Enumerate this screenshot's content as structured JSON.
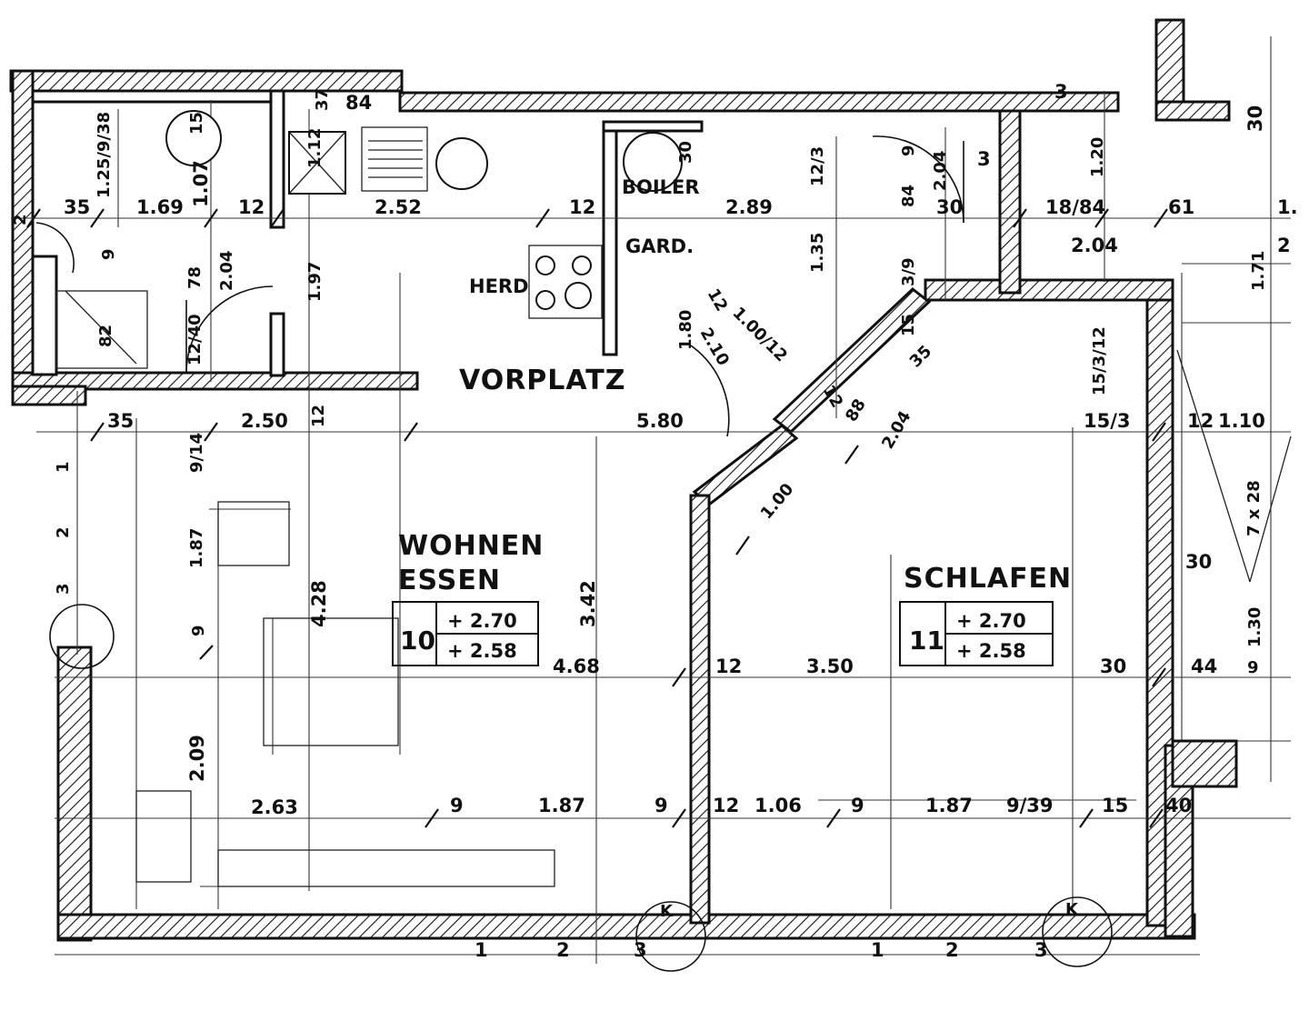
{
  "rooms": {
    "vorplatz": "VORPLATZ",
    "wohnen": "WOHNEN",
    "essen": "ESSEN",
    "schlafen": "SCHLAFEN"
  },
  "fixtures": {
    "boiler": "BOILER",
    "garderobe": "GARD.",
    "herd": "HERD"
  },
  "room_tags": {
    "wohnen_number": "10",
    "wohnen_height_1": "+ 2.70",
    "wohnen_height_2": "+ 2.58",
    "schlafen_number": "11",
    "schlafen_height_1": "+ 2.70",
    "schlafen_height_2": "+ 2.58"
  },
  "dimensions": {
    "d84_top": "84",
    "d37": "37",
    "d3_top": "3",
    "d30_right_top": "30",
    "d125": "1.25/9/38",
    "d15_top": "15",
    "d35_a": "35",
    "d169": "1.69",
    "d107": "1.07",
    "d12_a": "12",
    "d112": "1.12",
    "d252": "2.52",
    "d12_b": "12",
    "d30_boiler": "30",
    "d289": "2.89",
    "d12_3": "12/3",
    "d9_a": "9",
    "d204_a": "2.04",
    "d3_b": "3",
    "d84_b": "84",
    "d30_b": "30",
    "d18_84": "18/84",
    "d120": "1.20",
    "d61": "61",
    "d1_edge": "1.",
    "d204_b": "2.04",
    "d2_edge": "2",
    "d171": "1.71",
    "d9_b": "9",
    "d78": "78",
    "d204_c": "2.04",
    "d197": "1.97",
    "d135": "1.35",
    "d3_9": "3/9",
    "d82": "82",
    "d12_40": "12/40",
    "d12_c": "12",
    "d180": "1.80",
    "d100_12": "1.00/12",
    "d210": "2.10",
    "d15_b": "15",
    "d35_b": "35",
    "d15_3_12": "15/3/12",
    "d35_c": "35",
    "d250": "2.50",
    "d12_d": "12",
    "d9_14": "9/14",
    "d580": "5.80",
    "d12_e": "12",
    "d88": "88",
    "d204_d": "2.04",
    "d15_3": "15/3",
    "d12_f": "12",
    "d110": "1.10",
    "d1_left": "1",
    "d2_left": "2",
    "d3_left": "3",
    "d187_a": "1.87",
    "d428": "4.28",
    "d342": "3.42",
    "d100": "1.00",
    "d7x28": "7 x 28",
    "d30_c": "30",
    "d9_c": "9",
    "d468": "4.68",
    "d12_g": "12",
    "d350": "3.50",
    "d30_d": "30",
    "d44": "44",
    "d9_d": "9",
    "d130": "1.30",
    "d209": "2.09",
    "d263": "2.63",
    "d9_e": "9",
    "d187_b": "1.87",
    "d9_f": "9",
    "d12_h": "12",
    "d106": "1.06",
    "d9_g": "9",
    "d187_c": "1.87",
    "d9_39": "9/39",
    "d15_c": "15",
    "d40": "40",
    "d1_bot_a": "1",
    "d2_bot_a": "2",
    "d3_bot_a": "3",
    "k_a": "K",
    "d1_bot_b": "1",
    "d2_bot_b": "2",
    "d3_bot_b": "3",
    "k_b": "K",
    "d2_top_left": "2"
  }
}
